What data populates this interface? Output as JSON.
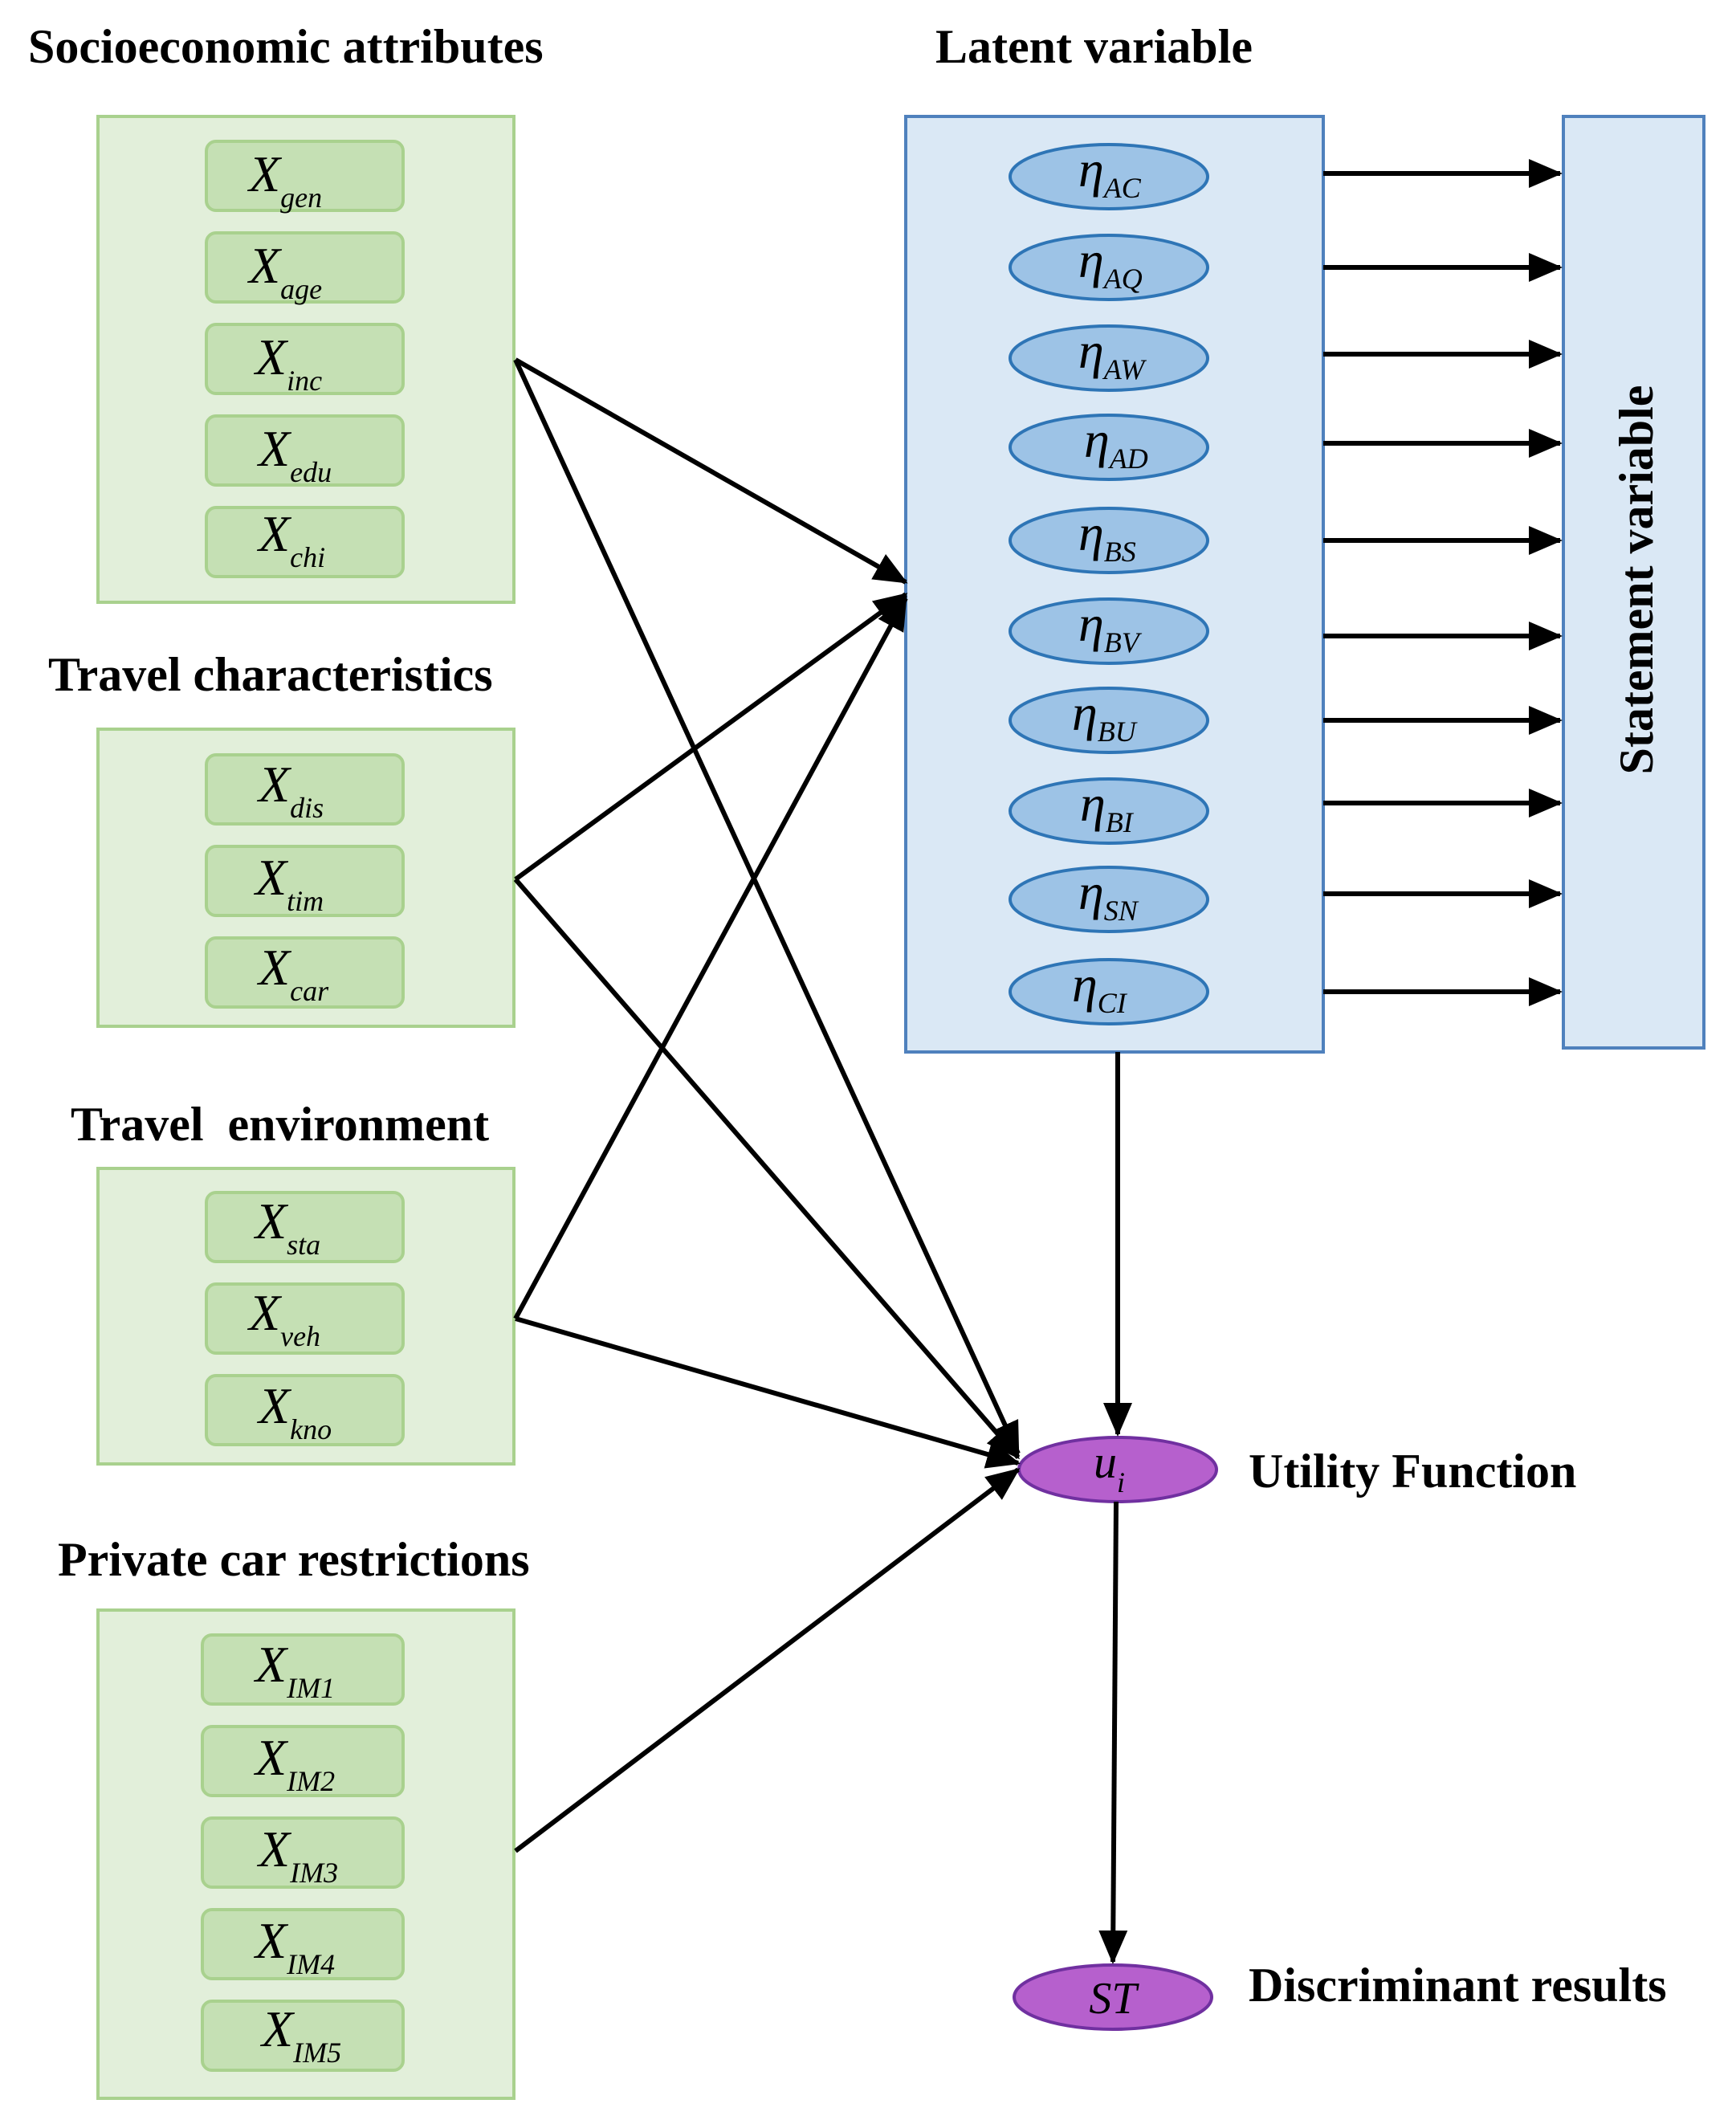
{
  "groups": {
    "socio": {
      "title": "Socioeconomic attributes",
      "vars": [
        {
          "main": "X",
          "sub": "gen"
        },
        {
          "main": "X",
          "sub": "age"
        },
        {
          "main": "X",
          "sub": "inc"
        },
        {
          "main": "X",
          "sub": "edu"
        },
        {
          "main": "X",
          "sub": "chi"
        }
      ]
    },
    "travel_char": {
      "title": "Travel characteristics",
      "vars": [
        {
          "main": "X",
          "sub": "dis"
        },
        {
          "main": "X",
          "sub": "tim"
        },
        {
          "main": "X",
          "sub": "car"
        }
      ]
    },
    "travel_env": {
      "title": "Travel  environment",
      "vars": [
        {
          "main": "X",
          "sub": "sta"
        },
        {
          "main": "X",
          "sub": "veh"
        },
        {
          "main": "X",
          "sub": "kno"
        }
      ]
    },
    "private": {
      "title": "Private car restrictions",
      "vars": [
        {
          "main": "X",
          "sub": "IM1"
        },
        {
          "main": "X",
          "sub": "IM2"
        },
        {
          "main": "X",
          "sub": "IM3"
        },
        {
          "main": "X",
          "sub": "IM4"
        },
        {
          "main": "X",
          "sub": "IM5"
        }
      ]
    }
  },
  "latent": {
    "title": "Latent variable",
    "vars": [
      {
        "main": "η",
        "sub": "AC"
      },
      {
        "main": "η",
        "sub": "AQ"
      },
      {
        "main": "η",
        "sub": "AW"
      },
      {
        "main": "η",
        "sub": "AD"
      },
      {
        "main": "η",
        "sub": "BS"
      },
      {
        "main": "η",
        "sub": "BV"
      },
      {
        "main": "η",
        "sub": "BU"
      },
      {
        "main": "η",
        "sub": "BI"
      },
      {
        "main": "η",
        "sub": "SN"
      },
      {
        "main": "η",
        "sub": "CI"
      }
    ]
  },
  "statement": {
    "label": "Statement variable"
  },
  "utility": {
    "main": "u",
    "sub": "i",
    "label": "Utility Function"
  },
  "discriminant": {
    "main": "ST",
    "label": "Discriminant results"
  },
  "colors": {
    "group_fill": "#e2efda",
    "var_fill": "#c5e0b4",
    "latent_fill": "#dae8f5",
    "latent_ellipse": "#9dc3e6",
    "purple": "#b660cd"
  }
}
